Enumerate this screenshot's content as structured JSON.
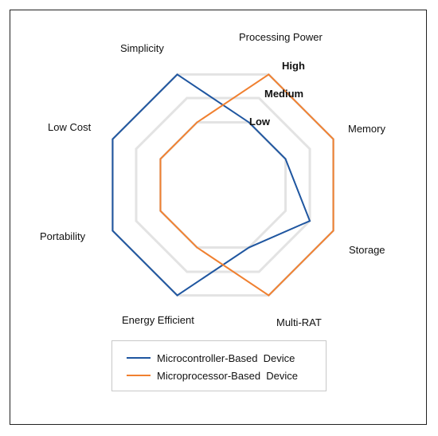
{
  "chart_data": {
    "type": "radar",
    "axes": [
      "Processing Power",
      "Memory",
      "Storage",
      "Multi-RAT",
      "Energy Efficient",
      "Portability",
      "Low Cost",
      "Simplicity"
    ],
    "levels": [
      "Low",
      "Medium",
      "High"
    ],
    "series": [
      {
        "name": "Microcontroller-Based  Device",
        "color": "#1f56a0",
        "values": [
          "Low",
          "Low",
          "Medium",
          "Low",
          "High",
          "High",
          "High",
          "High"
        ]
      },
      {
        "name": "Microprocessor-Based  Device",
        "color": "#f08030",
        "values": [
          "High",
          "High",
          "High",
          "High",
          "Low",
          "Low",
          "Low",
          "Low"
        ]
      }
    ],
    "grid": true,
    "grid_color": "#e3e3e3",
    "legend_position": "bottom"
  }
}
